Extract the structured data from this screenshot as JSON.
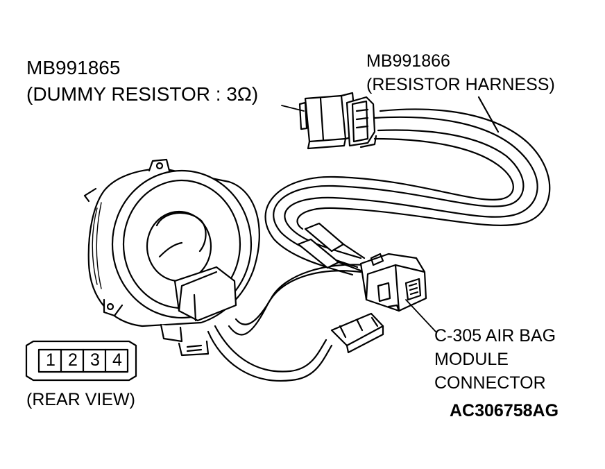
{
  "labels": {
    "dummy_resistor_part": "MB991865",
    "dummy_resistor_desc": "(DUMMY RESISTOR : 3Ω)",
    "resistor_harness_part": "MB991866",
    "resistor_harness_desc": "(RESISTOR HARNESS)",
    "connector_line1": "C-305 AIR BAG",
    "connector_line2": "MODULE",
    "connector_line3": "CONNECTOR",
    "rear_view": "(REAR VIEW)",
    "figure_code": "AC306758AG"
  },
  "terminal_numbers": [
    "1",
    "2",
    "3",
    "4"
  ],
  "colors": {
    "ink": "#000000",
    "paper": "#ffffff",
    "shade": "#cfcfcf"
  }
}
